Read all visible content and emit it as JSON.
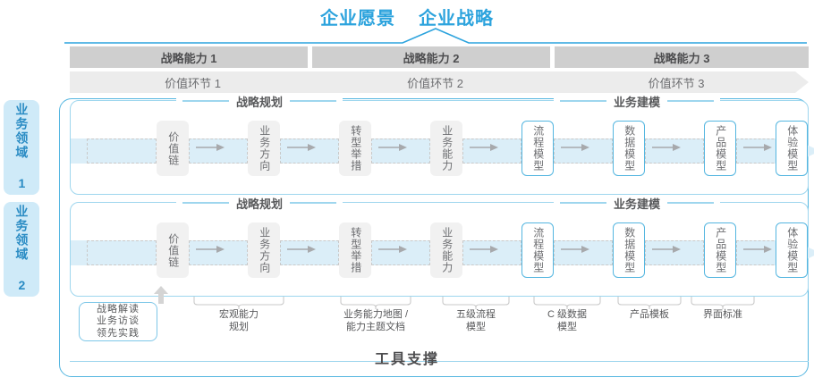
{
  "header": {
    "vision_label": "企业愿景",
    "strategy_label": "企业战略"
  },
  "capability_bar": {
    "items": [
      {
        "label": "战略能力 1"
      },
      {
        "label": "战略能力 2"
      },
      {
        "label": "战略能力 3"
      }
    ]
  },
  "value_chain_bar": {
    "items": [
      {
        "label": "价值环节 1"
      },
      {
        "label": "价值环节 2"
      },
      {
        "label": "价值环节 3"
      }
    ]
  },
  "side_tabs": [
    {
      "label": "业务领域 1"
    },
    {
      "label": "业务领域 2"
    }
  ],
  "sections": {
    "planning_title": "战略规划",
    "modeling_title": "业务建模"
  },
  "nodes": {
    "planning": [
      {
        "label": "价值链",
        "style": "gray"
      },
      {
        "label": "业务方向",
        "style": "gray"
      },
      {
        "label": "转型举措",
        "style": "gray"
      },
      {
        "label": "业务能力",
        "style": "gray"
      }
    ],
    "modeling": [
      {
        "label": "流程模型",
        "style": "blue"
      },
      {
        "label": "数据模型",
        "style": "blue"
      },
      {
        "label": "产品模型",
        "style": "blue"
      },
      {
        "label": "体验模型",
        "style": "blue"
      }
    ]
  },
  "note_box": {
    "line1": "战略解读",
    "line2": "业务访谈",
    "line3": "领先实践"
  },
  "bracket_labels": [
    {
      "line1": "宏观能力",
      "line2": "规划"
    },
    {
      "line1": "业务能力地图 /",
      "line2": "能力主题文档"
    },
    {
      "line1": "五级流程",
      "line2": "模型"
    },
    {
      "line1": "C 级数据",
      "line2": "模型"
    },
    {
      "line1": "产品模板",
      "line2": ""
    },
    {
      "line1": "界面标准",
      "line2": ""
    }
  ],
  "footer": {
    "tool_support_label": "工具支撑"
  },
  "colors": {
    "accent_blue": "#2ca3dd",
    "line_blue": "#54b6e0",
    "tab_blue": "#cfeaf8",
    "band_blue": "#dbeef8",
    "gray_bar": "#cfcfcf",
    "light_gray_bar": "#ececec",
    "node_gray": "#f1f1f1",
    "text_gray": "#58595b"
  }
}
